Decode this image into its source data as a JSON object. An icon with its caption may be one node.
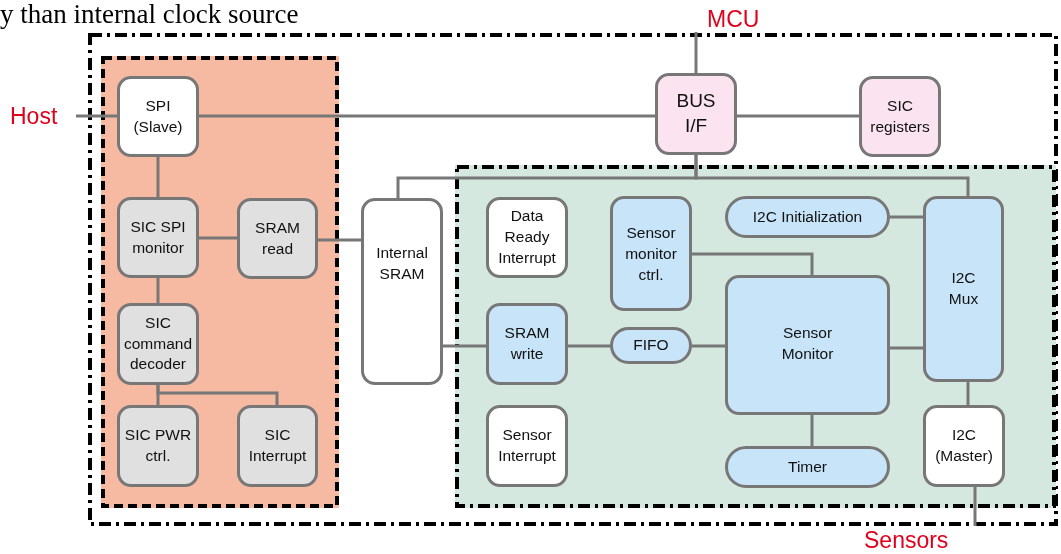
{
  "diagram": {
    "nodes": [
      {
        "text": [],
        "shape": "box"
      },
      {
        "text": [],
        "shape": "box",
        "in": 0
      },
      {
        "text": [],
        "shape": "box",
        "in": 0
      },
      {
        "text": [
          "Host"
        ]
      },
      {
        "text": [
          "MCU"
        ]
      },
      {
        "text": [
          "Sensors"
        ]
      },
      {
        "text": [
          "SPI (Slave)"
        ],
        "in": 1
      },
      {
        "text": [
          "SIC SPI monitor"
        ],
        "in": 1
      },
      {
        "text": [
          "SRAM read"
        ],
        "in": 1
      },
      {
        "text": [
          "SIC command decoder"
        ],
        "in": 1
      },
      {
        "text": [
          "SIC PWR ctrl."
        ],
        "in": 1
      },
      {
        "text": [
          "SIC Interrupt"
        ],
        "in": 1
      },
      {
        "text": [
          "BUS I/F"
        ],
        "in": 0
      },
      {
        "text": [
          "SIC registers"
        ],
        "in": 0
      },
      {
        "text": [
          "Internal SRAM"
        ],
        "in": 0
      },
      {
        "text": [
          "Data Ready Interrupt"
        ],
        "in": 2
      },
      {
        "text": [
          "Sensor monitor ctrl."
        ],
        "in": 2
      },
      {
        "text": [
          "I2C Initialization"
        ],
        "in": 2
      },
      {
        "text": [
          "I2C Mux"
        ],
        "in": 2
      },
      {
        "text": [
          "SRAM write"
        ],
        "in": 2
      },
      {
        "text": [
          "FIFO"
        ],
        "in": 2
      },
      {
        "text": [
          "Sensor Monitor"
        ],
        "in": 2
      },
      {
        "text": [
          "Sensor Interrupt"
        ],
        "in": 2
      },
      {
        "text": [
          "Timer"
        ],
        "in": 2
      },
      {
        "text": [
          "I2C (Master)"
        ],
        "in": 2
      }
    ],
    "edges": [
      {
        "from": 3,
        "to": 6,
        "arrow": "none"
      },
      {
        "from": 6,
        "to": 12,
        "arrow": "none"
      },
      {
        "from": 4,
        "to": 12,
        "arrow": "none"
      },
      {
        "from": 12,
        "to": 13,
        "arrow": "none"
      },
      {
        "from": 6,
        "to": 7,
        "arrow": "none"
      },
      {
        "from": 7,
        "to": 8,
        "arrow": "none"
      },
      {
        "from": 7,
        "to": 9,
        "arrow": "none"
      },
      {
        "from": 9,
        "to": 10,
        "arrow": "none"
      },
      {
        "from": 9,
        "to": 11,
        "arrow": "none"
      },
      {
        "from": 8,
        "to": 14,
        "arrow": "none"
      },
      {
        "from": 12,
        "to": 14,
        "arrow": "none"
      },
      {
        "from": 12,
        "to": 18,
        "arrow": "none"
      },
      {
        "from": 14,
        "to": 19,
        "arrow": "none"
      },
      {
        "from": 19,
        "to": 20,
        "arrow": "none"
      },
      {
        "from": 20,
        "to": 21,
        "arrow": "none"
      },
      {
        "from": 21,
        "to": 18,
        "arrow": "none"
      },
      {
        "from": 17,
        "to": 18,
        "arrow": "none"
      },
      {
        "from": 16,
        "to": 21,
        "arrow": "none"
      },
      {
        "from": 21,
        "to": 23,
        "arrow": "none"
      },
      {
        "from": 18,
        "to": 24,
        "arrow": "none"
      },
      {
        "from": 24,
        "to": 5,
        "arrow": "none"
      }
    ],
    "labels": [
      "y than internal clock source"
    ]
  }
}
